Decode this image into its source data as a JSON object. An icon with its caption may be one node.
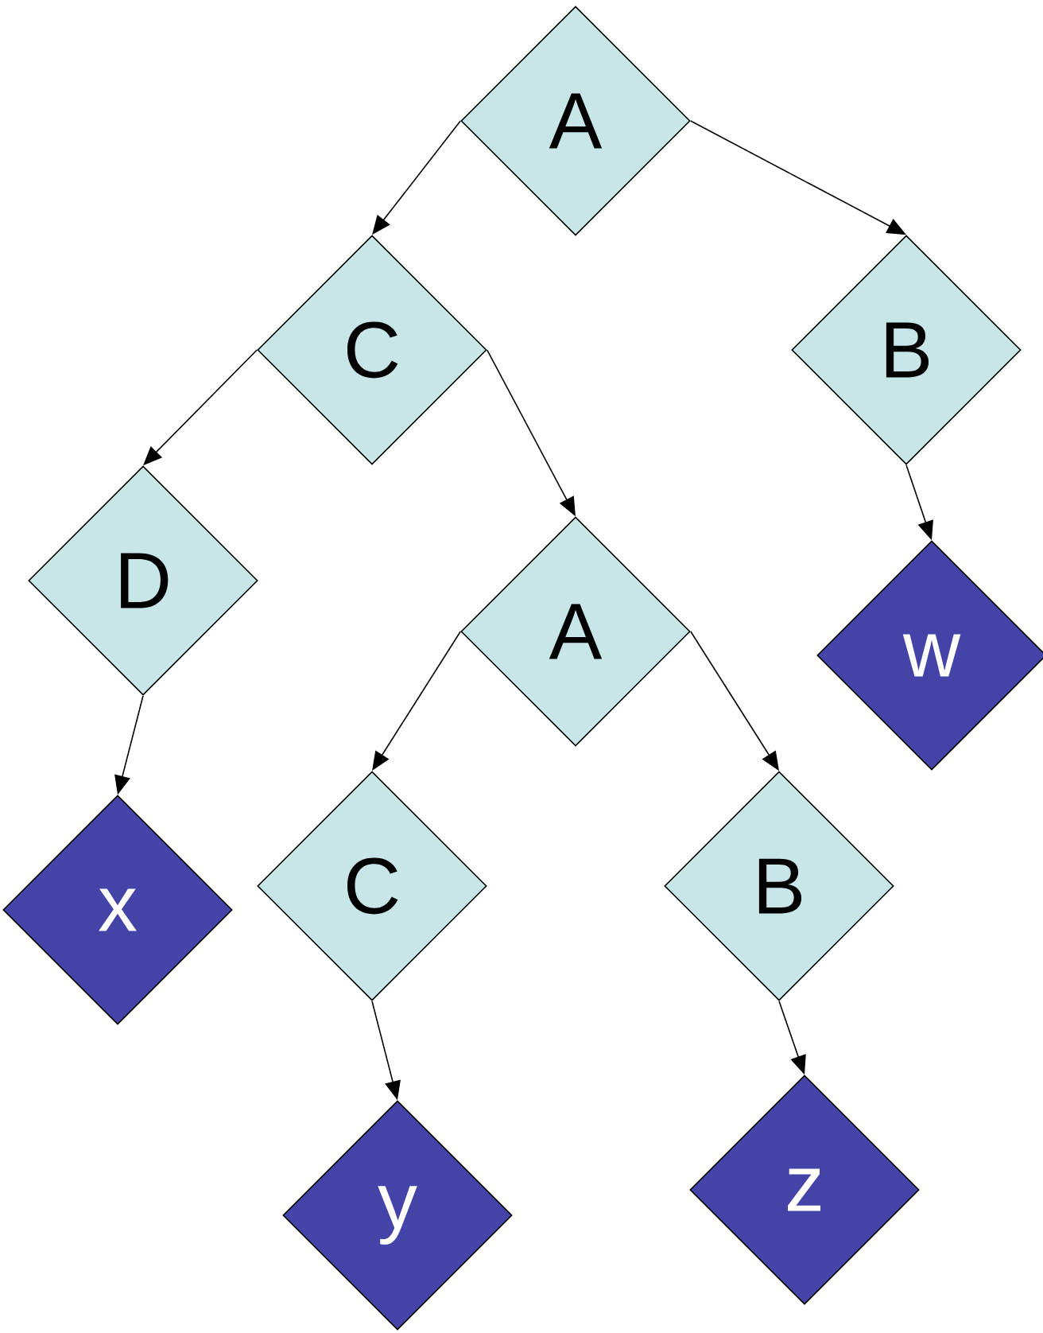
{
  "diagram": {
    "nodes": [
      {
        "text": [
          "A"
        ]
      },
      {
        "text": [
          "C"
        ]
      },
      {
        "text": [
          "B"
        ]
      },
      {
        "text": [
          "D"
        ]
      },
      {
        "text": [
          "A"
        ]
      },
      {
        "text": [
          "w"
        ]
      },
      {
        "text": [
          "x"
        ]
      },
      {
        "text": [
          "C"
        ]
      },
      {
        "text": [
          "B"
        ]
      },
      {
        "text": [
          "y"
        ]
      },
      {
        "text": [
          "z"
        ]
      }
    ],
    "edges": [
      {
        "from": 0,
        "to": 1,
        "arrow": "to"
      },
      {
        "from": 0,
        "to": 2,
        "arrow": "to"
      },
      {
        "from": 1,
        "to": 3,
        "arrow": "to"
      },
      {
        "from": 1,
        "to": 4,
        "arrow": "to"
      },
      {
        "from": 2,
        "to": 5,
        "arrow": "to"
      },
      {
        "from": 3,
        "to": 6,
        "arrow": "to"
      },
      {
        "from": 4,
        "to": 7,
        "arrow": "to"
      },
      {
        "from": 4,
        "to": 8,
        "arrow": "to"
      },
      {
        "from": 7,
        "to": 9,
        "arrow": "to"
      },
      {
        "from": 8,
        "to": 10,
        "arrow": "to"
      }
    ]
  }
}
